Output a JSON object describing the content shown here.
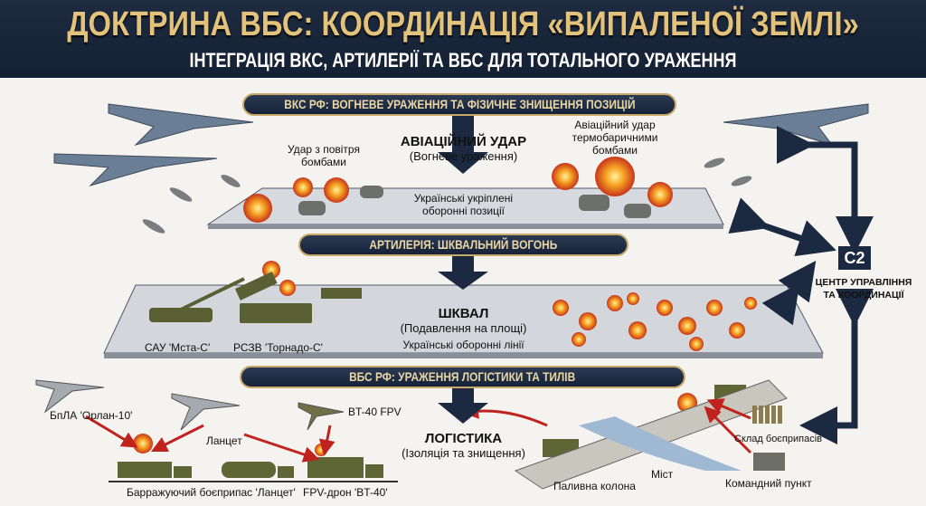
{
  "header": {
    "title": "ДОКТРИНА ВБС: КООРДИНАЦІЯ «ВИПАЛЕНОЇ ЗЕМЛІ»",
    "subtitle": "ІНТЕГРАЦІЯ ВКС, АРТИЛЕРІЇ ТА ВБС ДЛЯ ТОТАЛЬНОГО УРАЖЕННЯ"
  },
  "air": {
    "banner": "ВКС РФ: ВОГНЕВЕ УРАЖЕННЯ ТА ФІЗИЧНЕ ЗНИЩЕННЯ ПОЗИЦІЙ",
    "left_note": "Удар з повітря\nбомбами",
    "center_title": "АВІАЦІЙНИЙ УДАР",
    "center_sub": "(Вогневе ураження)",
    "right_note": "Авіаційний удар\nтермобаричними\nбомбами",
    "target": "Українські укріплені\nоборонні позиції"
  },
  "artillery": {
    "banner": "АРТИЛЕРІЯ: ШКВАЛЬНИЙ ВОГОНЬ",
    "sau": "САУ 'Мста-С'",
    "mlrs": "РСЗВ 'Торнадо-С'",
    "center_title": "ШКВАЛ",
    "center_sub": "(Подавлення на площі)",
    "target": "Українські оборонні лінії"
  },
  "uav": {
    "banner": "ВБС РФ: УРАЖЕННЯ ЛОГІСТИКИ ТА ТИЛІВ",
    "orlan": "БпЛА 'Орлан-10'",
    "lancet": "Ланцет",
    "bt40": "BT-40 FPV",
    "loiter": "Барражуючий боєприпас 'Ланцет'",
    "fpv": "FPV-дрон 'BT-40'",
    "center_title": "ЛОГІСТИКА",
    "center_sub": "(Ізоляція та знищення)",
    "fuel": "Паливна колона",
    "bridge": "Міст",
    "ammo": "Склад боєприпасів",
    "cp": "Командний пункт"
  },
  "c2": {
    "badge": "C2",
    "label": "ЦЕНТР УПРАВЛІННЯ\nТА КООРДИНАЦІЇ"
  },
  "colors": {
    "navy": "#1b2a40",
    "gold": "#c9a968",
    "red": "#c0231e",
    "fire": "#f39b1f",
    "olive": "#5a5f34"
  }
}
